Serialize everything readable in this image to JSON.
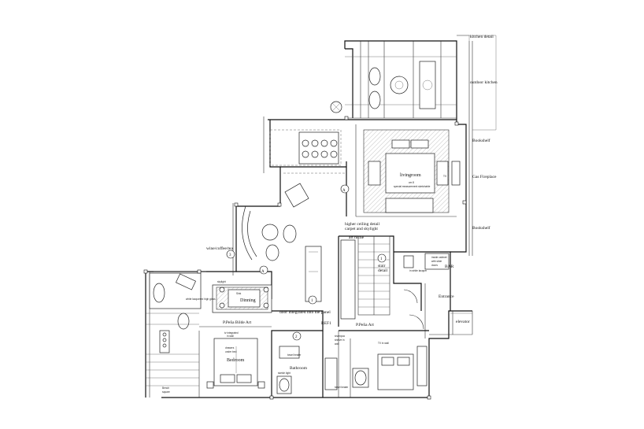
{
  "labels": {
    "kitchen_detail": "kitchen detail",
    "outdoor_kitchen": "outdoor kitchen",
    "bookshelf_top": "Bookshelf",
    "gas_fireplace": "Gas Fireplace",
    "bookshelf_bottom": "Bookshelf",
    "livingroom": "livingroom",
    "higher_ceiling": "higher ceiling detail",
    "carpet_skylight": "carpet and skylight",
    "art_niche": "art niche",
    "stair_detail_1": "stair",
    "stair_detail_2": "detail",
    "wine_coffee_tea": "wine/coffee/tea",
    "bar": "BAR",
    "entrance": "Entrance",
    "elevator": "elevator",
    "dinning": "Dinning",
    "bilde_art": "P.Peña Bilde Art",
    "door_panel": "door integrated into the panel",
    "ref": "REF1",
    "pena_art": "P.Peña Art",
    "tv_in_wall": "TV in wall",
    "bedroom": "Bedroom",
    "bathroom": "Bathroom",
    "drawers_1": "drawers",
    "drawers_2": "under bed",
    "tv_integrated_1": "tv integrated",
    "tv_integrated_2": "in wall",
    "shampoo_1": "shampoo",
    "shampoo_2": "shelve in",
    "shampoo_3": "wall",
    "towel_heater": "towel heater",
    "towel_heater_2": "towel heater",
    "white_lacquered": "white lacquered high gloss",
    "bench": "Bench",
    "bench_2": "square",
    "skylight": "skylight",
    "sink": "Sink",
    "bar_note_1": "inside cabinet",
    "bar_note_2": "with slide",
    "bar_note_3": "doors",
    "in_white": "in white lacquer",
    "sketch_light": "sketch light",
    "speakers_note": "special measurement sketchable",
    "cm_note": "cm 8",
    "marker_a1": "A",
    "marker_a2": "A",
    "marker_1": "1",
    "marker_1b": "1",
    "marker_2": "2",
    "marker_3": "3"
  }
}
